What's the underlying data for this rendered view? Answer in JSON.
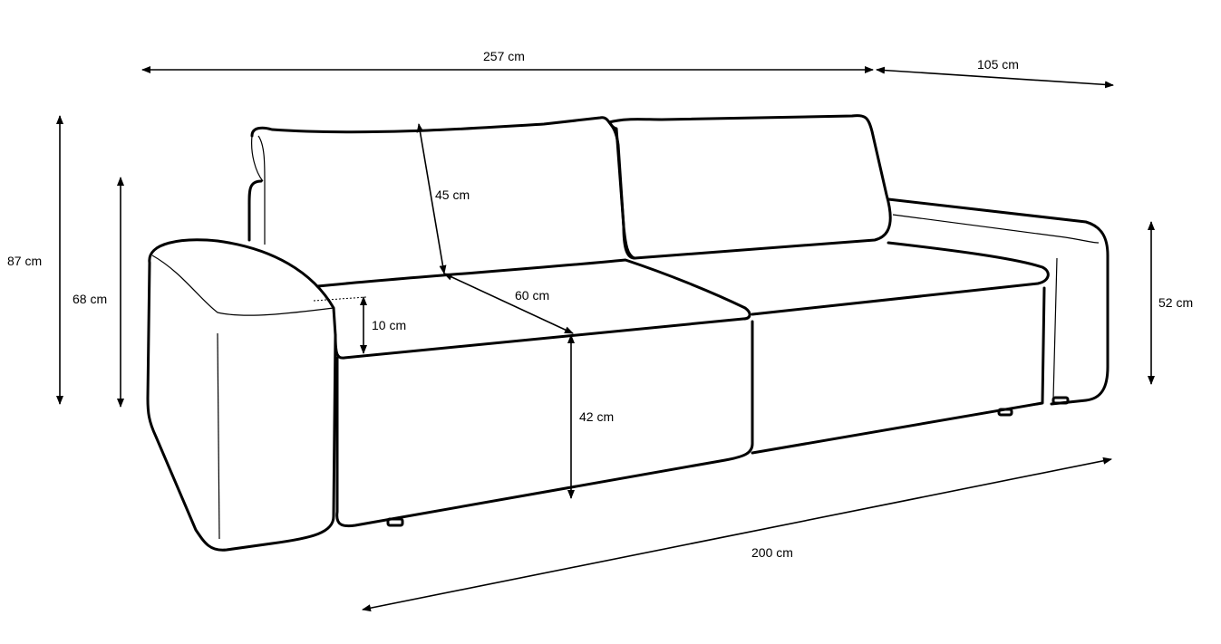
{
  "dimensions": {
    "total_width": "257 cm",
    "depth": "105 cm",
    "total_height": "87 cm",
    "armrest_height": "68 cm",
    "backrest_height": "45 cm",
    "seat_depth": "60 cm",
    "cushion_thickness": "10 cm",
    "seat_height": "42 cm",
    "side_height": "52 cm",
    "sleeping_width": "200 cm"
  }
}
